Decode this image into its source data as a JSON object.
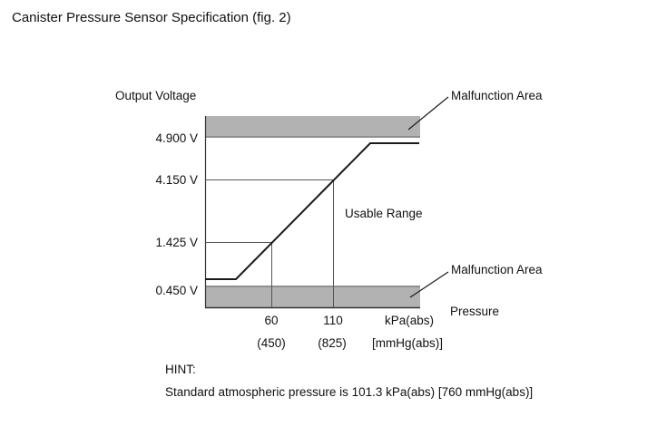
{
  "title": "Canister Pressure Sensor Specification (fig. 2)",
  "chart": {
    "y_axis_title": "Output Voltage",
    "x_axis_title": "Pressure",
    "y_ticks": [
      "4.900 V",
      "4.150 V",
      "1.425 V",
      "0.450 V"
    ],
    "x_ticks_row1": [
      "60",
      "110",
      "kPa(abs)"
    ],
    "x_ticks_row2": [
      "(450)",
      "(825)",
      "[mmHg(abs)]"
    ],
    "labels": {
      "malfunction_top": "Malfunction Area",
      "malfunction_bottom": "Malfunction Area",
      "usable_range": "Usable Range"
    }
  },
  "hint": {
    "label": "HINT:",
    "text": "Standard atmospheric pressure is 101.3 kPa(abs) [760 mmHg(abs)]"
  },
  "colors": {
    "malfunction_band": "#b2b2b2",
    "band_edge": "#8f8f8f",
    "curve_line": "#1a1a1a"
  },
  "chart_data": {
    "type": "line",
    "title": "Canister Pressure Sensor Specification (fig. 2)",
    "xlabel": "Pressure kPa(abs) [mmHg(abs)]",
    "ylabel": "Output Voltage",
    "x_ticks": [
      {
        "kpa": 60,
        "mmHg": 450
      },
      {
        "kpa": 110,
        "mmHg": 825
      }
    ],
    "y_ticks_V": [
      0.45,
      1.425,
      4.15,
      4.9
    ],
    "reference_points": [
      {
        "pressure_kpa": 60,
        "pressure_mmHg": 450,
        "output_V": 1.425
      },
      {
        "pressure_kpa": 110,
        "pressure_mmHg": 825,
        "output_V": 4.15
      }
    ],
    "usable_range_V": [
      0.45,
      4.9
    ],
    "malfunction_areas": [
      "output above 4.900 V",
      "output below 0.450 V"
    ],
    "curve_shape": "flat slightly above 0.450 V at low pressure, linear rise through (60 kPa, 1.425 V) and (110 kPa, 4.150 V), flat slightly below 4.900 V at high pressure",
    "annotations": [
      "Usable Range",
      "Malfunction Area (top band)",
      "Malfunction Area (bottom band)"
    ],
    "legend": "none",
    "grid": "off",
    "hint": "Standard atmospheric pressure is 101.3 kPa(abs) [760 mmHg(abs)]"
  }
}
